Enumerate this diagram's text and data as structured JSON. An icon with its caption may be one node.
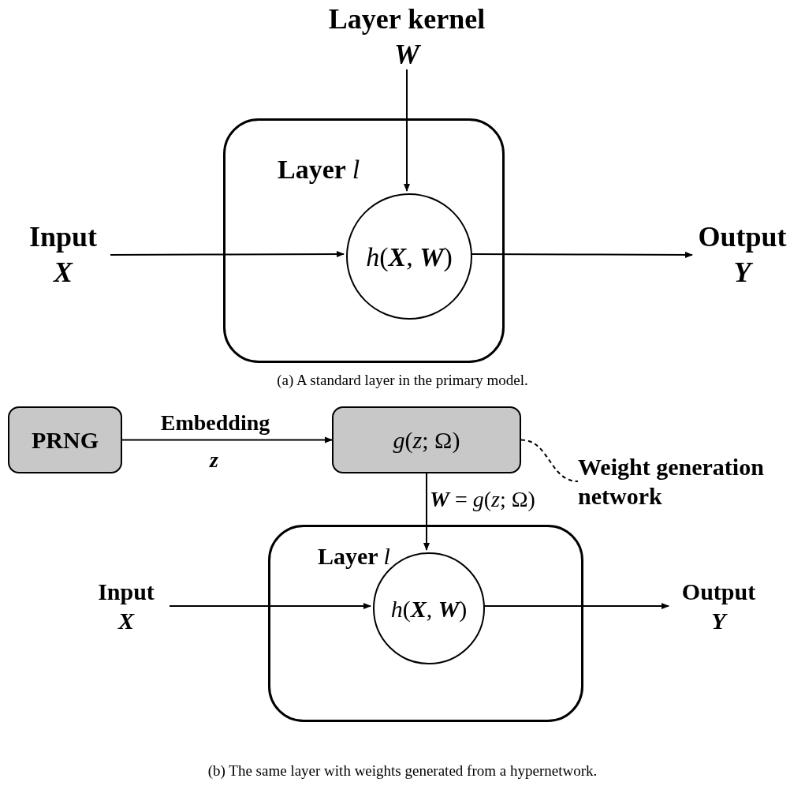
{
  "diagram": {
    "nodes": [
      {
        "text": [
          "Layer kernel",
          "W"
        ]
      },
      {
        "text": [
          "Layer *l*"
        ]
      },
      {
        "text": [
          "*h*(**X**, **W**)"
        ],
        "in": 1
      },
      {
        "text": [
          "Input",
          "X"
        ]
      },
      {
        "text": [
          "Output",
          "Y"
        ]
      },
      {
        "text": [
          "PRNG"
        ]
      },
      {
        "text": [
          "*g*(*z*; Ω)"
        ]
      },
      {
        "text": [
          "Weight generation network"
        ]
      },
      {
        "text": [
          "Layer *l*"
        ]
      },
      {
        "text": [
          "*h*(**X**, **W**)"
        ],
        "in": 8
      },
      {
        "text": [
          "Input",
          "X"
        ]
      },
      {
        "text": [
          "Output",
          "Y"
        ]
      }
    ],
    "edges": [
      {
        "from": 0,
        "to": 2,
        "arrow": "to"
      },
      {
        "from": 3,
        "to": 2,
        "arrow": "to"
      },
      {
        "from": 2,
        "to": 4,
        "arrow": "to"
      },
      {
        "from": 5,
        "to": 6,
        "arrow": "to",
        "label": "Embedding"
      },
      {
        "from": 6,
        "to": 7,
        "arrow": "none",
        "style": "dashed"
      },
      {
        "from": 6,
        "to": 9,
        "arrow": "to",
        "label": "**W** = *g*(*z*; Ω)"
      },
      {
        "from": 10,
        "to": 9,
        "arrow": "to"
      },
      {
        "from": 9,
        "to": 11,
        "arrow": "to"
      }
    ],
    "labels": [
      "(a) A standard layer in the primary model.",
      "z",
      "(b) The same layer with weights generated from a hypernetwork."
    ]
  }
}
